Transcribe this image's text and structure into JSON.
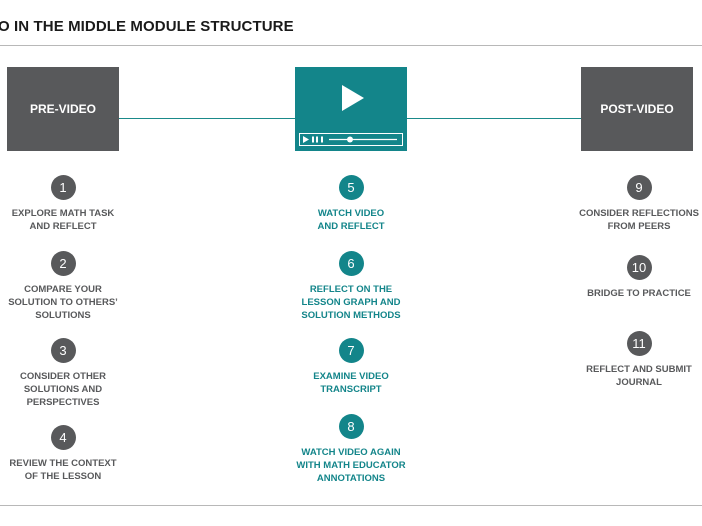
{
  "title": "O IN THE MIDDLE MODULE STRUCTURE",
  "colors": {
    "teal": "#13858a",
    "gray": "#58595b",
    "connector": "#1a8a8a",
    "rule": "#b8b8b8"
  },
  "phases": {
    "pre": "PRE-VIDEO",
    "post": "POST-VIDEO",
    "video_icon": "video-player-icon"
  },
  "pre_steps": [
    {
      "number": "1",
      "label": "EXPLORE MATH TASK\nAND REFLECT"
    },
    {
      "number": "2",
      "label": "COMPARE YOUR\nSOLUTION TO OTHERS’\nSOLUTIONS"
    },
    {
      "number": "3",
      "label": "CONSIDER OTHER\nSOLUTIONS AND\nPERSPECTIVES"
    },
    {
      "number": "4",
      "label": "REVIEW THE CONTEXT\nOF THE LESSON"
    }
  ],
  "video_steps": [
    {
      "number": "5",
      "label": "WATCH VIDEO\nAND REFLECT"
    },
    {
      "number": "6",
      "label": "REFLECT ON THE\nLESSON GRAPH AND\nSOLUTION METHODS"
    },
    {
      "number": "7",
      "label": "EXAMINE VIDEO\nTRANSCRIPT"
    },
    {
      "number": "8",
      "label": "WATCH VIDEO AGAIN\nWITH MATH EDUCATOR\nANNOTATIONS"
    }
  ],
  "post_steps": [
    {
      "number": "9",
      "label": "CONSIDER REFLECTIONS\nFROM PEERS"
    },
    {
      "number": "10",
      "label": "BRIDGE TO PRACTICE"
    },
    {
      "number": "11",
      "label": "REFLECT AND SUBMIT\nJOURNAL"
    }
  ]
}
